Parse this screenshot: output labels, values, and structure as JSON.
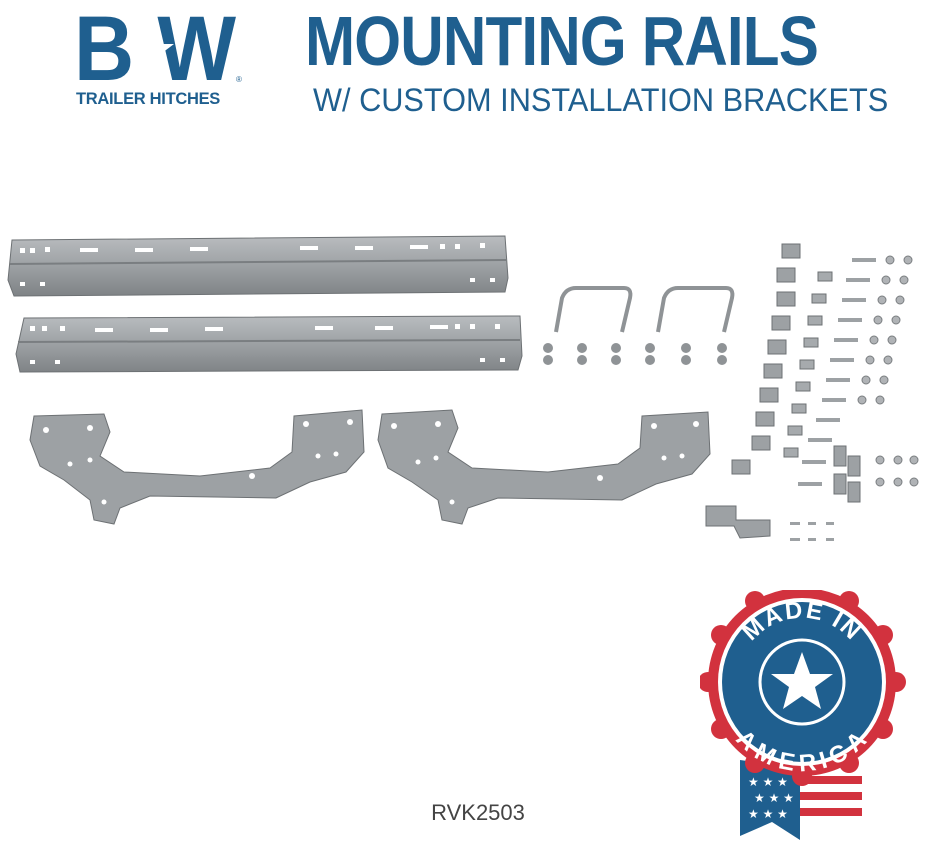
{
  "brand": {
    "logo_text": "B★W",
    "tagline": "TRAILER HITCHES",
    "color": "#1f5f8f"
  },
  "title": "MOUNTING RAILS",
  "subtitle": "W/ CUSTOM INSTALLATION BRACKETS",
  "badge": {
    "top_text": "MADE IN",
    "bottom_text": "AMERICA",
    "icon": "star-icon",
    "colors": {
      "red": "#d2323e",
      "blue": "#1f5f8f",
      "white": "#ffffff"
    }
  },
  "part_number": "RVK2503",
  "parts_color": "#9da1a4"
}
